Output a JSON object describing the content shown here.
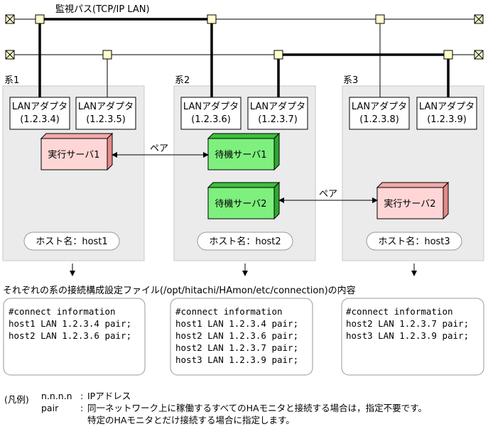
{
  "network": {
    "monitor_path_label": "監視パス(TCP/IP LAN)"
  },
  "systems": [
    {
      "label": "系1",
      "adapters": [
        {
          "name": "LANアダプタ",
          "ip": "(1.2.3.4)"
        },
        {
          "name": "LANアダプタ",
          "ip": "(1.2.3.5)"
        }
      ],
      "servers": [
        {
          "name": "実行サーバ1",
          "kind": "active"
        }
      ],
      "host_label": "ホスト名：host1"
    },
    {
      "label": "系2",
      "adapters": [
        {
          "name": "LANアダプタ",
          "ip": "(1.2.3.6)"
        },
        {
          "name": "LANアダプタ",
          "ip": "(1.2.3.7)"
        }
      ],
      "servers": [
        {
          "name": "待機サーバ1",
          "kind": "standby"
        },
        {
          "name": "待機サーバ2",
          "kind": "standby"
        }
      ],
      "host_label": "ホスト名：host2"
    },
    {
      "label": "系3",
      "adapters": [
        {
          "name": "LANアダプタ",
          "ip": "(1.2.3.8)"
        },
        {
          "name": "LANアダプタ",
          "ip": "(1.2.3.9)"
        }
      ],
      "servers": [
        {
          "name": "実行サーバ2",
          "kind": "active"
        }
      ],
      "host_label": "ホスト名：host3"
    }
  ],
  "pairs": [
    {
      "label": "ペア",
      "from": "実行サーバ1",
      "to": "待機サーバ1"
    },
    {
      "label": "ペア",
      "from": "待機サーバ2",
      "to": "実行サーバ2"
    }
  ],
  "config_caption": "それぞれの系の接続構成設定ファイル(/opt/hitachi/HAmon/etc/connection)の内容",
  "config_files": [
    {
      "lines": [
        "#connect information",
        "host1 LAN 1.2.3.4 pair;",
        "host2 LAN 1.2.3.6 pair;"
      ]
    },
    {
      "lines": [
        "#connect information",
        "host1 LAN 1.2.3.4 pair;",
        "host2 LAN 1.2.3.6 pair;",
        "host2 LAN 1.2.3.7 pair;",
        "host3 LAN 1.2.3.9 pair;"
      ]
    },
    {
      "lines": [
        "#connect information",
        "host2 LAN 1.2.3.7 pair;",
        "host3 LAN 1.2.3.9 pair;"
      ]
    }
  ],
  "legend": {
    "title": "(凡例)",
    "items": [
      {
        "term": "n.n.n.n",
        "desc": "IPアドレス"
      },
      {
        "term": "pair",
        "desc": "同一ネットワーク上に稼働するすべてのHAモニタと接続する場合は，指定不要です。"
      },
      {
        "term": "",
        "desc": "特定のHAモニタとだけ接続する場合に指定します。"
      }
    ]
  },
  "colors": {
    "system_bg": "#ebebeb",
    "system_border": "#c8c8c8",
    "active_face": "#ffd6d6",
    "active_side": "#f4a8a8",
    "standby_face": "#7ef07e",
    "standby_side": "#3cc03c",
    "node_fill": "#ffffcc"
  }
}
